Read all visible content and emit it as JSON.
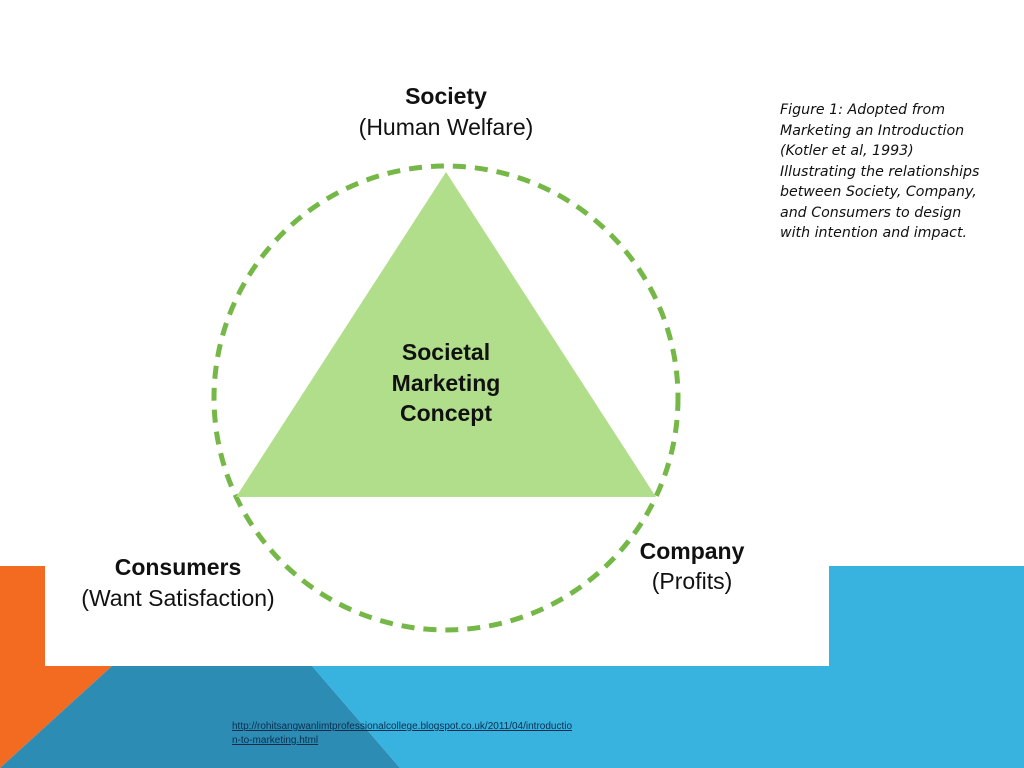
{
  "colors": {
    "background": "#ffffff",
    "accent_orange": "#f26b20",
    "accent_blue_light": "#38b2df",
    "accent_blue_dark": "#2d8cb3",
    "triangle_fill": "#b1de8a",
    "circle_stroke": "#75b848"
  },
  "diagram": {
    "society": {
      "title": "Society",
      "subtitle": "(Human Welfare)"
    },
    "company": {
      "title": "Company",
      "subtitle": "(Profits)"
    },
    "consumers": {
      "title": "Consumers",
      "subtitle": "(Want Satisfaction)"
    },
    "center": {
      "line1": "Societal",
      "line2": "Marketing",
      "line3": "Concept"
    }
  },
  "caption": "Figure 1: Adopted from Marketing an Introduction (Kotler et al, 1993) Illustrating the relationships between Society, Company, and Consumers to design with intention and impact.",
  "source_link": "http://rohitsangwanlimtprofessionalcollege.blogspot.co.uk/2011/04/introduction-to-marketing.html"
}
